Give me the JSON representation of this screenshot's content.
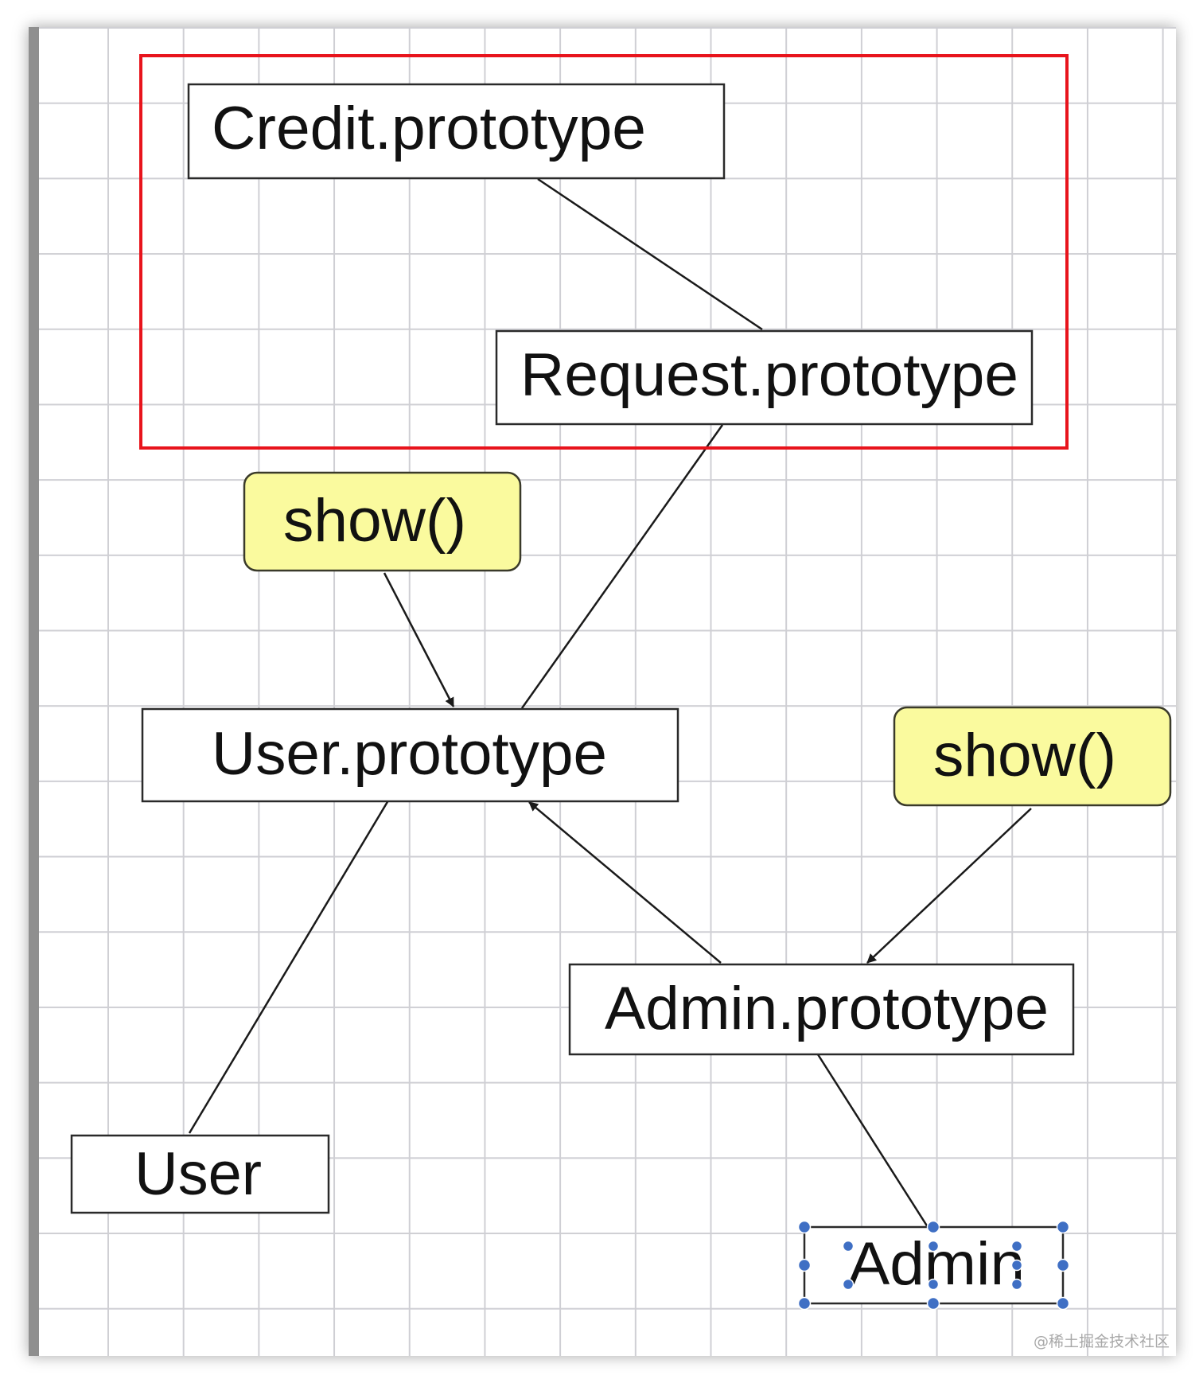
{
  "diagram": {
    "nodes": {
      "credit_prototype": "Credit.prototype",
      "request_prototype": "Request.prototype",
      "show_top": "show()",
      "user_prototype": "User.prototype",
      "show_right": "show()",
      "admin_prototype": "Admin.prototype",
      "user": "User",
      "admin": "Admin"
    },
    "colors": {
      "highlight_frame": "#e8141c",
      "method_fill": "#fafa9e",
      "method_border": "#3a3a2a",
      "box_border": "#2a2a2a",
      "selection_handle": "#3f6fc4"
    }
  },
  "watermark": "@稀土掘金技术社区"
}
